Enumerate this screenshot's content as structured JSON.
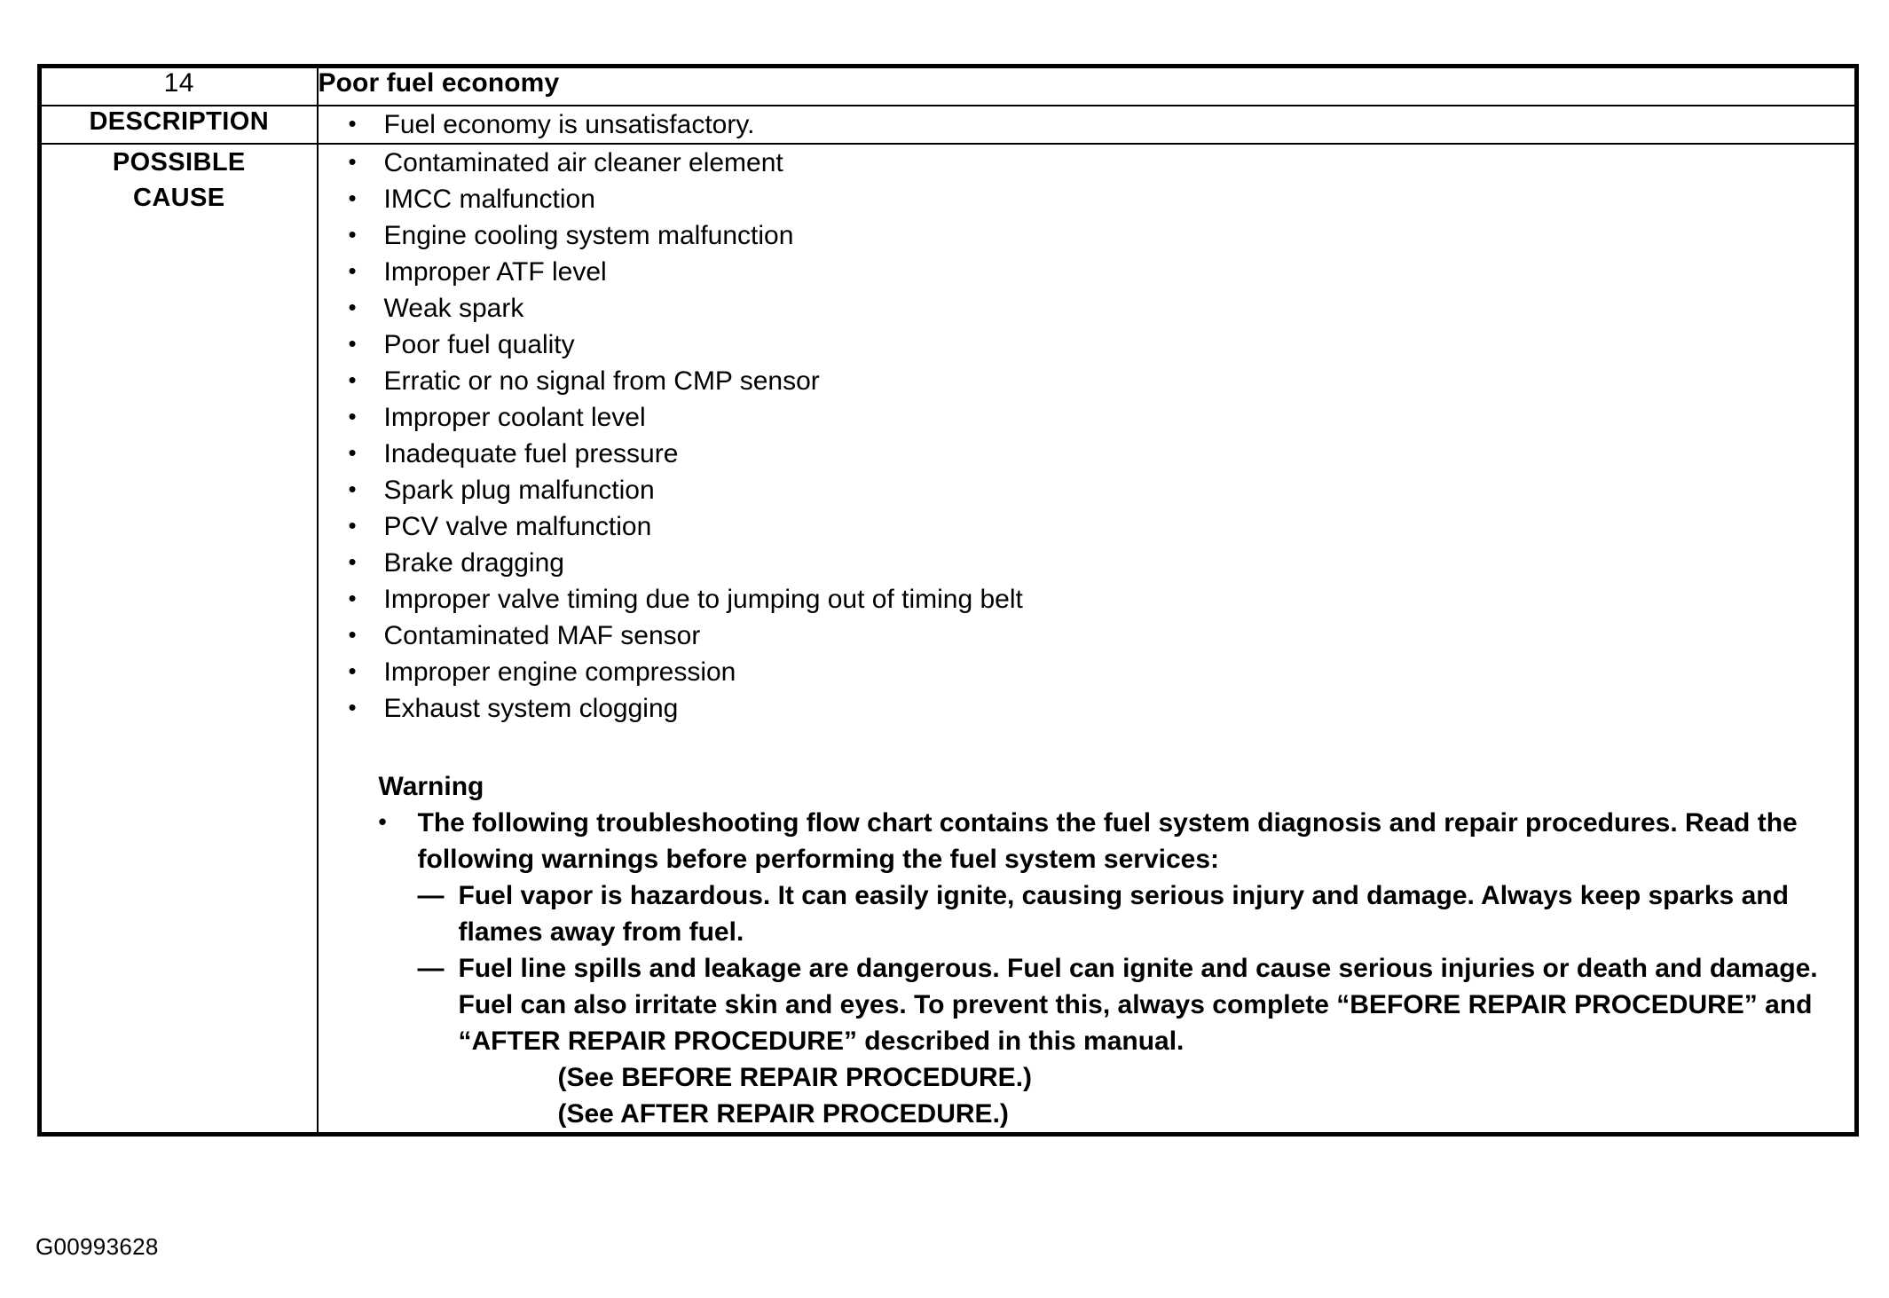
{
  "table": {
    "code": "14",
    "title": "Poor fuel economy",
    "rows": {
      "description": {
        "label": "DESCRIPTION",
        "items": [
          "Fuel economy is unsatisfactory."
        ]
      },
      "possible_cause": {
        "label_line1": "POSSIBLE",
        "label_line2": "CAUSE",
        "items": [
          "Contaminated air cleaner element",
          "IMCC malfunction",
          "Engine cooling system malfunction",
          "Improper ATF level",
          "Weak spark",
          "Poor fuel quality",
          "Erratic or no signal from CMP sensor",
          "Improper coolant level",
          "Inadequate fuel pressure",
          "Spark plug malfunction",
          "PCV valve malfunction",
          "Brake dragging",
          "Improper valve timing due to jumping out of timing belt",
          "Contaminated MAF sensor",
          "Improper engine compression",
          "Exhaust system clogging"
        ],
        "warning": {
          "heading": "Warning",
          "bullet": "The following troubleshooting flow chart contains the fuel system diagnosis and repair procedures. Read the following warnings before performing the fuel system services:",
          "dashes": [
            "Fuel vapor is hazardous. It can easily ignite, causing serious injury and damage. Always keep sparks and flames away from fuel.",
            "Fuel line spills and leakage are dangerous. Fuel can ignite and cause serious injuries or death and damage. Fuel can also irritate skin and eyes. To prevent this, always complete “BEFORE REPAIR PROCEDURE” and “AFTER REPAIR PROCEDURE” described in this manual."
          ],
          "see_lines": [
            "(See BEFORE REPAIR PROCEDURE.)",
            "(See AFTER REPAIR PROCEDURE.)"
          ]
        }
      }
    }
  },
  "footer": {
    "code": "G00993628"
  }
}
